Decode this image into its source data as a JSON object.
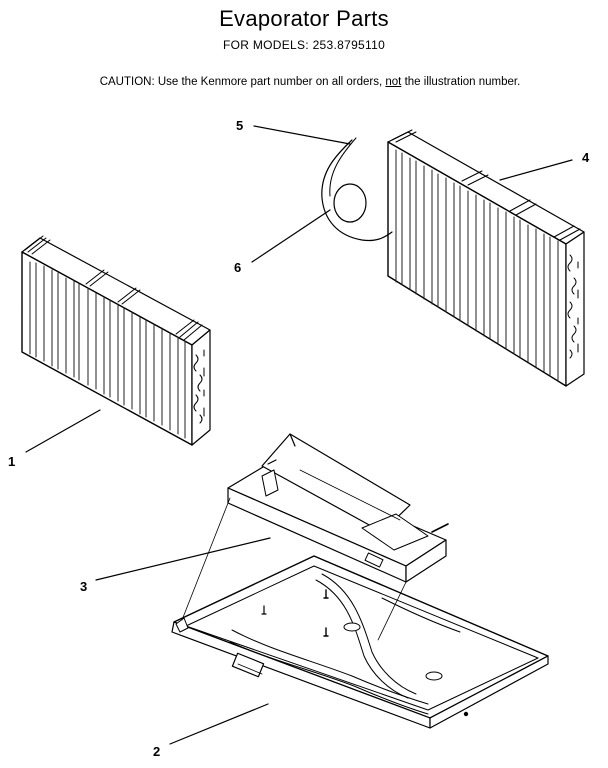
{
  "title": "Evaporator Parts",
  "subtitle": "FOR MODELS: 253.8795110",
  "caution": {
    "prefix": "CAUTION: Use the Kenmore part number on all orders, ",
    "emphasis": "not",
    "suffix": " the illustration number."
  },
  "callouts": [
    {
      "id": "1",
      "label": "1"
    },
    {
      "id": "2",
      "label": "2"
    },
    {
      "id": "3",
      "label": "3"
    },
    {
      "id": "4",
      "label": "4"
    },
    {
      "id": "5",
      "label": "5"
    },
    {
      "id": "6",
      "label": "6"
    }
  ]
}
